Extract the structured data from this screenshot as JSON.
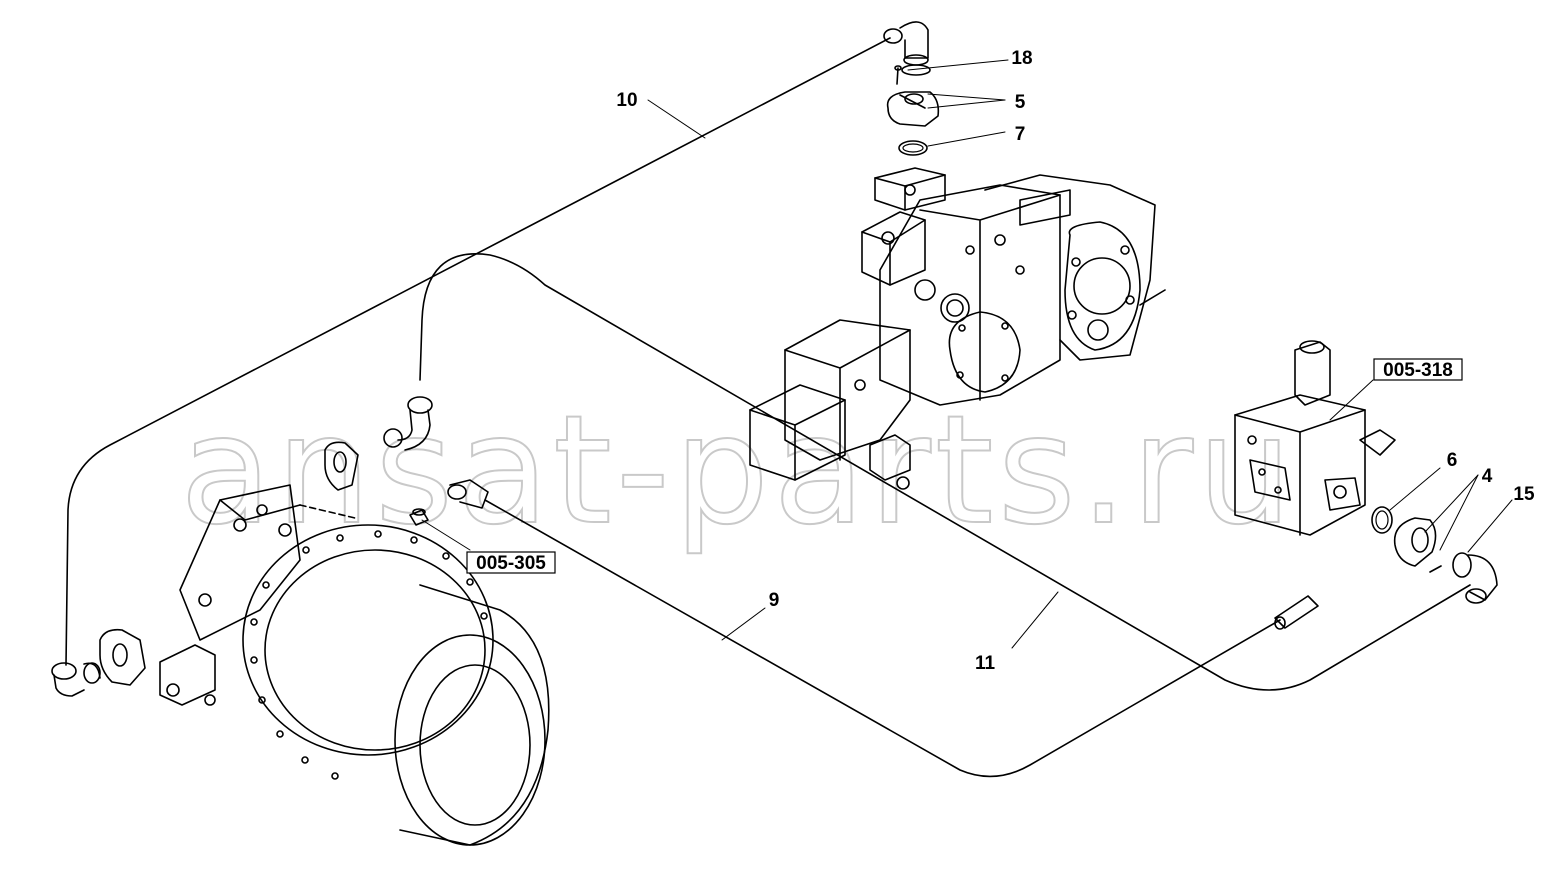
{
  "watermark": "ansat-parts.ru",
  "callouts": {
    "c10": "10",
    "c18": "18",
    "c5": "5",
    "c7": "7",
    "c6": "6",
    "c4": "4",
    "c15": "15",
    "c9": "9",
    "c11": "11"
  },
  "refs": {
    "r318": "005-318",
    "r305": "005-305"
  },
  "colors": {
    "line": "#000000",
    "watermark": "#c9c9c9",
    "background": "#ffffff"
  }
}
